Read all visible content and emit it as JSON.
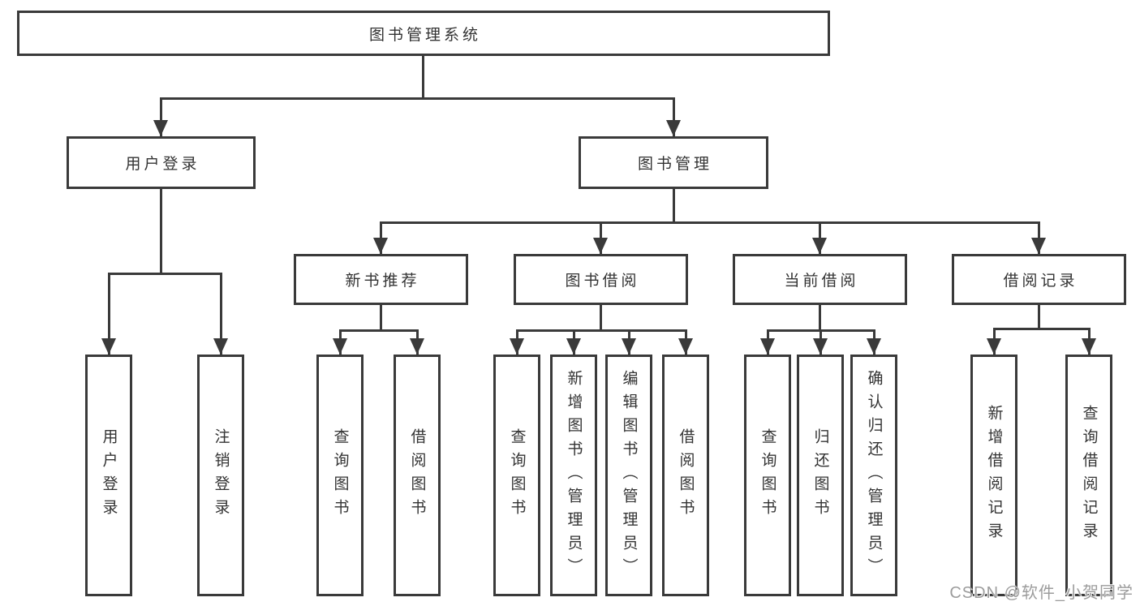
{
  "diagram": {
    "type": "hierarchy-tree",
    "root": {
      "label": "图书管理系统",
      "children": [
        {
          "label": "用户登录",
          "children": [
            {
              "label": "用户登录"
            },
            {
              "label": "注销登录"
            }
          ]
        },
        {
          "label": "图书管理",
          "children": [
            {
              "label": "新书推荐",
              "children": [
                {
                  "label": "查询图书"
                },
                {
                  "label": "借阅图书"
                }
              ]
            },
            {
              "label": "图书借阅",
              "children": [
                {
                  "label": "查询图书"
                },
                {
                  "label": "新增图书（管理员）"
                },
                {
                  "label": "编辑图书（管理员）"
                },
                {
                  "label": "借阅图书"
                }
              ]
            },
            {
              "label": "当前借阅",
              "children": [
                {
                  "label": "查询图书"
                },
                {
                  "label": "归还图书"
                },
                {
                  "label": "确认归还（管理员）"
                }
              ]
            },
            {
              "label": "借阅记录",
              "children": [
                {
                  "label": "新增借阅记录"
                },
                {
                  "label": "查询借阅记录"
                }
              ]
            }
          ]
        }
      ]
    }
  },
  "watermark": {
    "text": "CSDN @软件_小贺同学"
  },
  "colors": {
    "line": "#3a3a3a",
    "text": "#333333",
    "background": "#ffffff",
    "watermark": "#9c9c9c"
  }
}
